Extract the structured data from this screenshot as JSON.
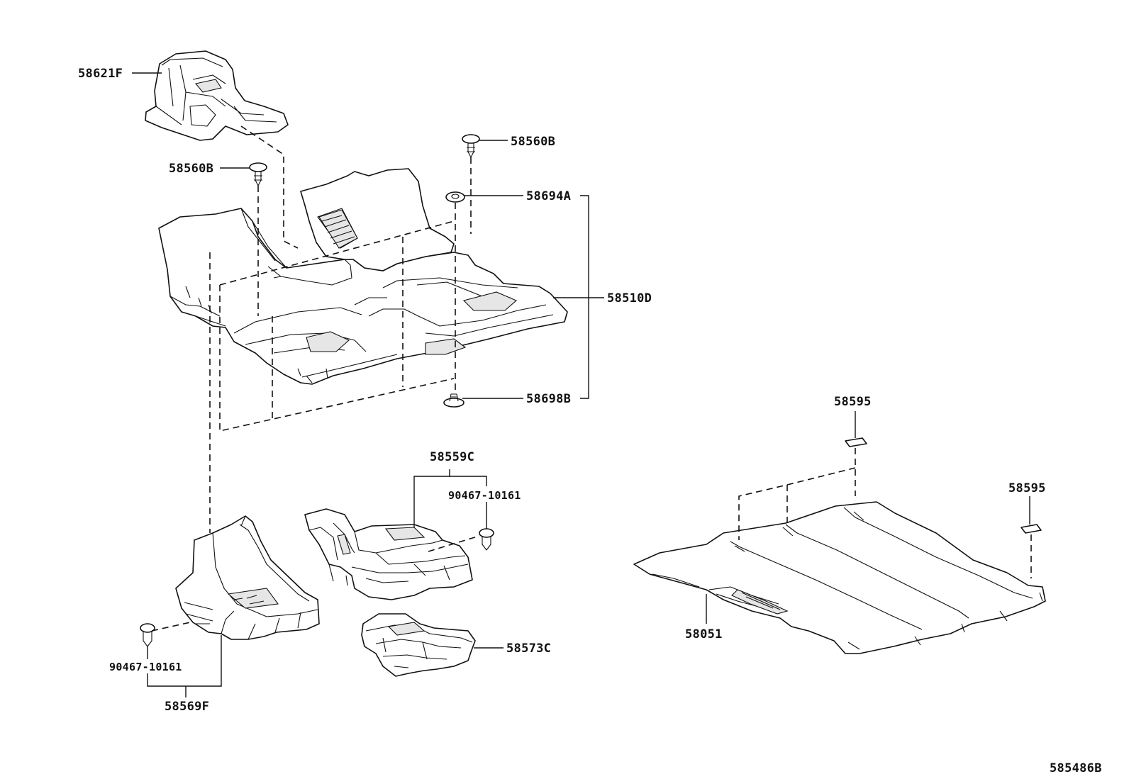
{
  "diagram_id": "585486B",
  "labels": {
    "tunnel_cover": "58621F",
    "clip_left": "58560B",
    "clip_right": "58560B",
    "retainer_top": "58694A",
    "front_carpet": "58510D",
    "retainer_bottom": "58698B",
    "rear_floor_carpet": "58051",
    "spacer_top": "58595",
    "spacer_right": "58595",
    "second_row_carpet": "58559C",
    "clip_second_row": "90467-10161",
    "third_row_carpet": "58573C",
    "clip_front_left": "90467-10161",
    "front_left_carpet": "58569F"
  }
}
